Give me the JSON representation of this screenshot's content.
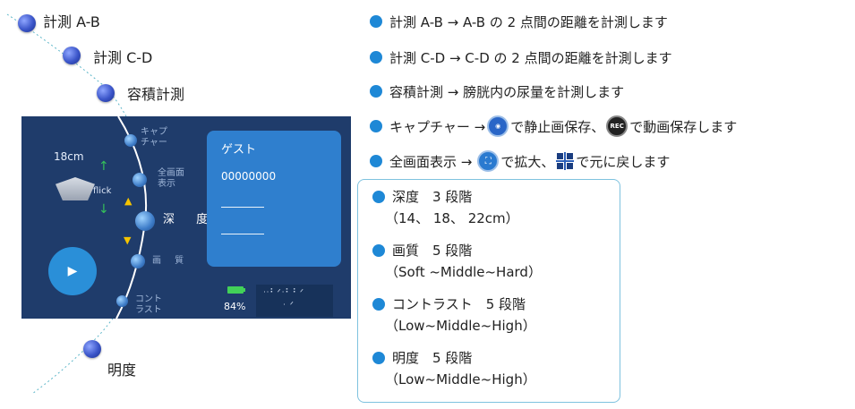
{
  "outer_menu": {
    "items": [
      {
        "label": "計測 A-B"
      },
      {
        "label": "計測 C-D"
      },
      {
        "label": "容積計測"
      },
      {
        "label": "明度"
      }
    ]
  },
  "screen": {
    "depth_value": "18cm",
    "flick_label": "flick",
    "menu": [
      {
        "label": "キャプ\nチャー"
      },
      {
        "label": "全画面\n表示"
      },
      {
        "label": "深 度"
      },
      {
        "label": "画 質"
      },
      {
        "label": "コント\nラスト"
      }
    ],
    "panel": {
      "title": "ゲスト",
      "id": "00000000",
      "line1": "――――",
      "line2": "――――"
    },
    "battery_pct": "84%",
    "mini_line1": "ᐧᐧ⠃ᐟᐧ⠃⠃ᐟ",
    "mini_line2": "ᐧ ᐟ",
    "colors": {
      "screen_bg": "#1f3c6b",
      "panel_bg": "#2f7fce",
      "battery": "#42d158",
      "play": "#2a8fd8"
    }
  },
  "descriptions": {
    "measure_ab": "計測 A-B → A-B の 2 点間の距離を計測します",
    "measure_cd": "計測 C-D → C-D の 2 点間の距離を計測します",
    "volume": "容積計測 → 膀胱内の尿量を計測します",
    "capture_a": "キャプチャー →",
    "capture_b": "で静止画保存、",
    "capture_c": "で動画保存します",
    "rec_icon_text": "REC",
    "fullscreen_a": "全画面表示 →",
    "fullscreen_b": "で拡大、",
    "fullscreen_c": "で元に戻します"
  },
  "specs": [
    {
      "title": "深度　3 段階",
      "detail": "（14、 18、 22cm）"
    },
    {
      "title": "画質　5 段階",
      "detail": "（Soft ~Middle~Hard）"
    },
    {
      "title": "コントラスト　5 段階",
      "detail": "（Low~Middle~High）"
    },
    {
      "title": "明度　5 段階",
      "detail": "（Low~Middle~High）"
    }
  ]
}
